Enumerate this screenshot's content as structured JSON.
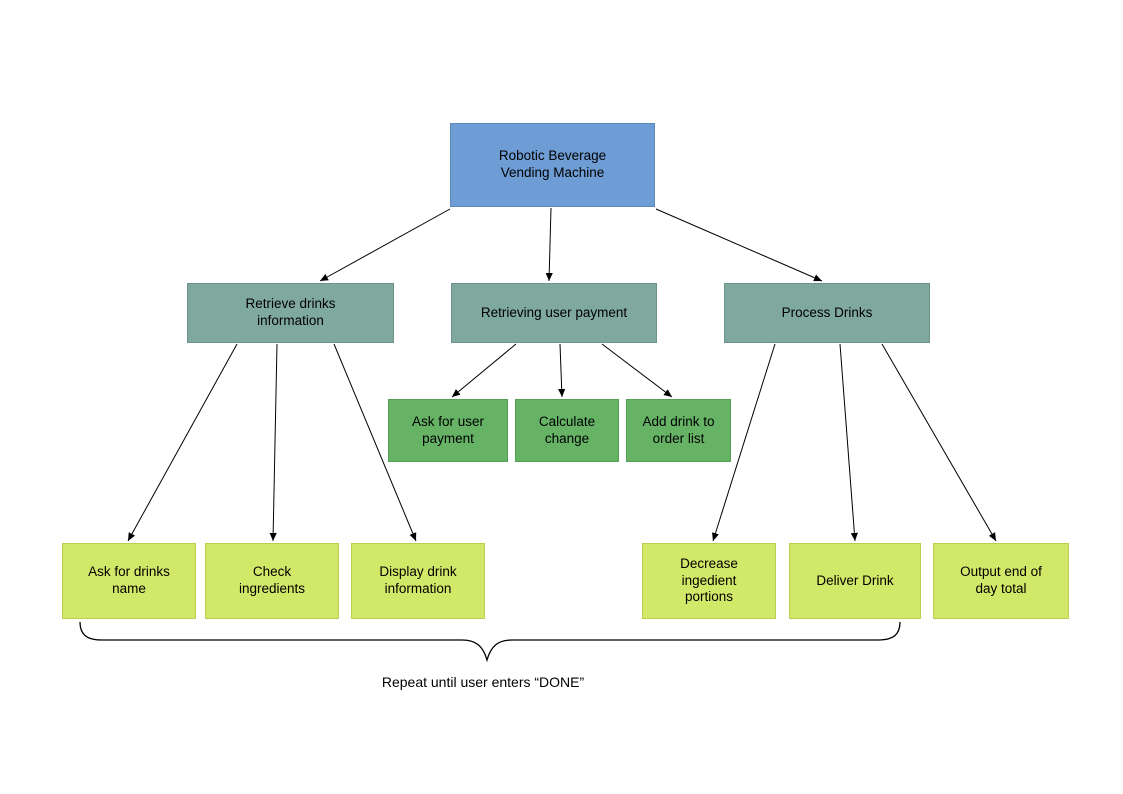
{
  "nodes": {
    "root": {
      "label": "Robotic Beverage\nVending Machine"
    },
    "retrieve_info": {
      "label": "Retrieve drinks\ninformation"
    },
    "user_payment": {
      "label": "Retrieving user payment"
    },
    "process_drinks": {
      "label": "Process Drinks"
    },
    "ask_payment": {
      "label": "Ask for user\npayment"
    },
    "calc_change": {
      "label": "Calculate\nchange"
    },
    "add_drink": {
      "label": "Add drink to\norder list"
    },
    "ask_name": {
      "label": "Ask for drinks\nname"
    },
    "check_ingredients": {
      "label": "Check\ningredients"
    },
    "display_info": {
      "label": "Display drink\ninformation"
    },
    "decrease_portions": {
      "label": "Decrease\ningedient\nportions"
    },
    "deliver_drink": {
      "label": "Deliver Drink"
    },
    "output_total": {
      "label": "Output end of\nday total"
    }
  },
  "annotation": {
    "repeat_note": "Repeat until user enters “DONE”"
  },
  "colors": {
    "root_fill": "#6d9dd4",
    "root_stroke": "#5c88bb",
    "branch_fill": "#7fa89f",
    "branch_stroke": "#6d948c",
    "sub_fill": "#66b366",
    "sub_stroke": "#54a054",
    "leaf_fill": "#d2e868",
    "leaf_stroke": "#b8cf52",
    "edge": "#000000"
  }
}
